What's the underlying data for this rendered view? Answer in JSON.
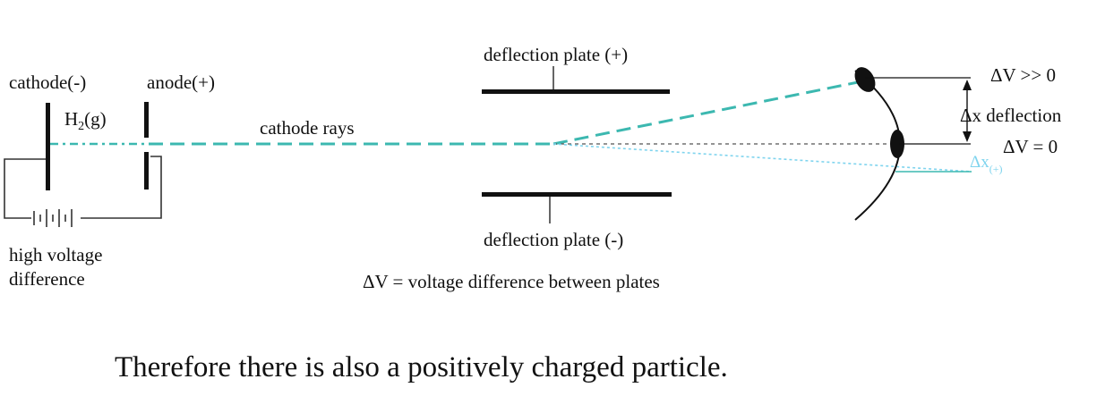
{
  "diagram": {
    "labels": {
      "cathode": "cathode(-)",
      "anode": "anode(+)",
      "gas_main": "H",
      "gas_sub": "2",
      "gas_tail": "(g)",
      "rays": "cathode rays",
      "plate_top": "deflection plate (+)",
      "plate_bottom": "deflection plate (-)",
      "dv_high": "ΔV >> 0",
      "dx_deflection": "Δx deflection",
      "dv_zero": "ΔV = 0",
      "dx_plus_main": "Δx",
      "dx_plus_sub": "(+)",
      "voltage_line1": "high voltage",
      "voltage_line2": "difference",
      "dv_definition": "ΔV = voltage difference between plates"
    },
    "caption": "Therefore there is also a positively charged particle."
  },
  "colors": {
    "beam": "#3cb8b0",
    "beam_light": "#7fd4ee",
    "ink": "#111111",
    "reference_line": "#555555"
  }
}
